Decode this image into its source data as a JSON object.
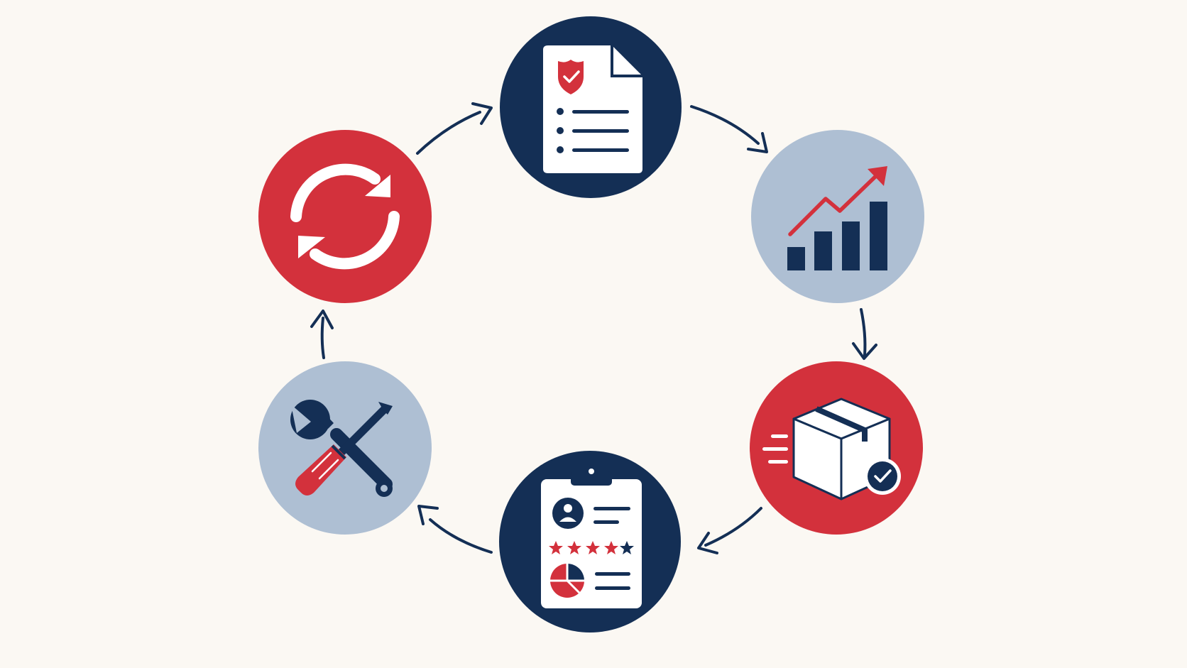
{
  "colors": {
    "background": "#fbf8f3",
    "navy": "#142f55",
    "red": "#d3313c",
    "light_blue": "#aebfd3",
    "white": "#ffffff"
  },
  "cycle": {
    "nodes": [
      {
        "id": "policy",
        "icon": "shield-document-icon",
        "fill": "navy"
      },
      {
        "id": "growth",
        "icon": "growth-chart-icon",
        "fill": "light_blue"
      },
      {
        "id": "delivery",
        "icon": "package-check-icon",
        "fill": "red"
      },
      {
        "id": "review",
        "icon": "clipboard-review-icon",
        "fill": "navy"
      },
      {
        "id": "tools",
        "icon": "wrench-screwdriver-icon",
        "fill": "light_blue"
      },
      {
        "id": "refresh",
        "icon": "refresh-cycle-icon",
        "fill": "red"
      }
    ],
    "arrows": [
      {
        "from": "policy",
        "to": "growth"
      },
      {
        "from": "growth",
        "to": "delivery"
      },
      {
        "from": "delivery",
        "to": "review"
      },
      {
        "from": "review",
        "to": "tools"
      },
      {
        "from": "tools",
        "to": "refresh"
      },
      {
        "from": "refresh",
        "to": "policy"
      }
    ]
  }
}
